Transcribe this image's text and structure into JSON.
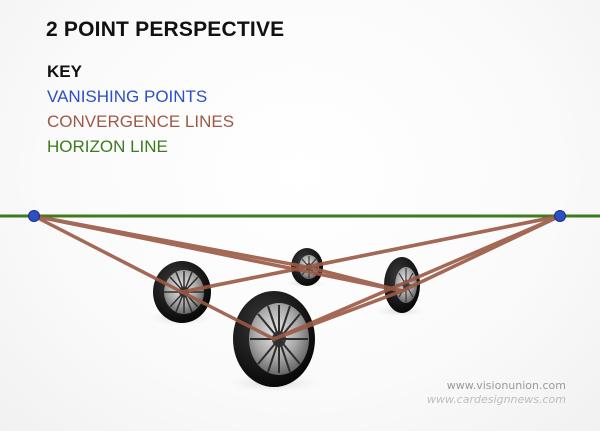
{
  "title": "2 POINT PERSPECTIVE",
  "legend": {
    "heading": "KEY",
    "items": [
      {
        "label": "VANISHING POINTS",
        "color": "#2c4fc4"
      },
      {
        "label": "CONVERGENCE LINES",
        "color": "#9b5a45"
      },
      {
        "label": "HORIZON LINE",
        "color": "#3e7a1e"
      }
    ]
  },
  "colors": {
    "vanishing_points": "#2c4fc4",
    "convergence_lines": "#9b5a45",
    "horizon_line": "#3e7a1e",
    "tire": "#161616",
    "rim": "#b9b9b9"
  },
  "watermark": {
    "line1": "www.visionunion.com",
    "line2": "www.cardesignnews.com"
  }
}
